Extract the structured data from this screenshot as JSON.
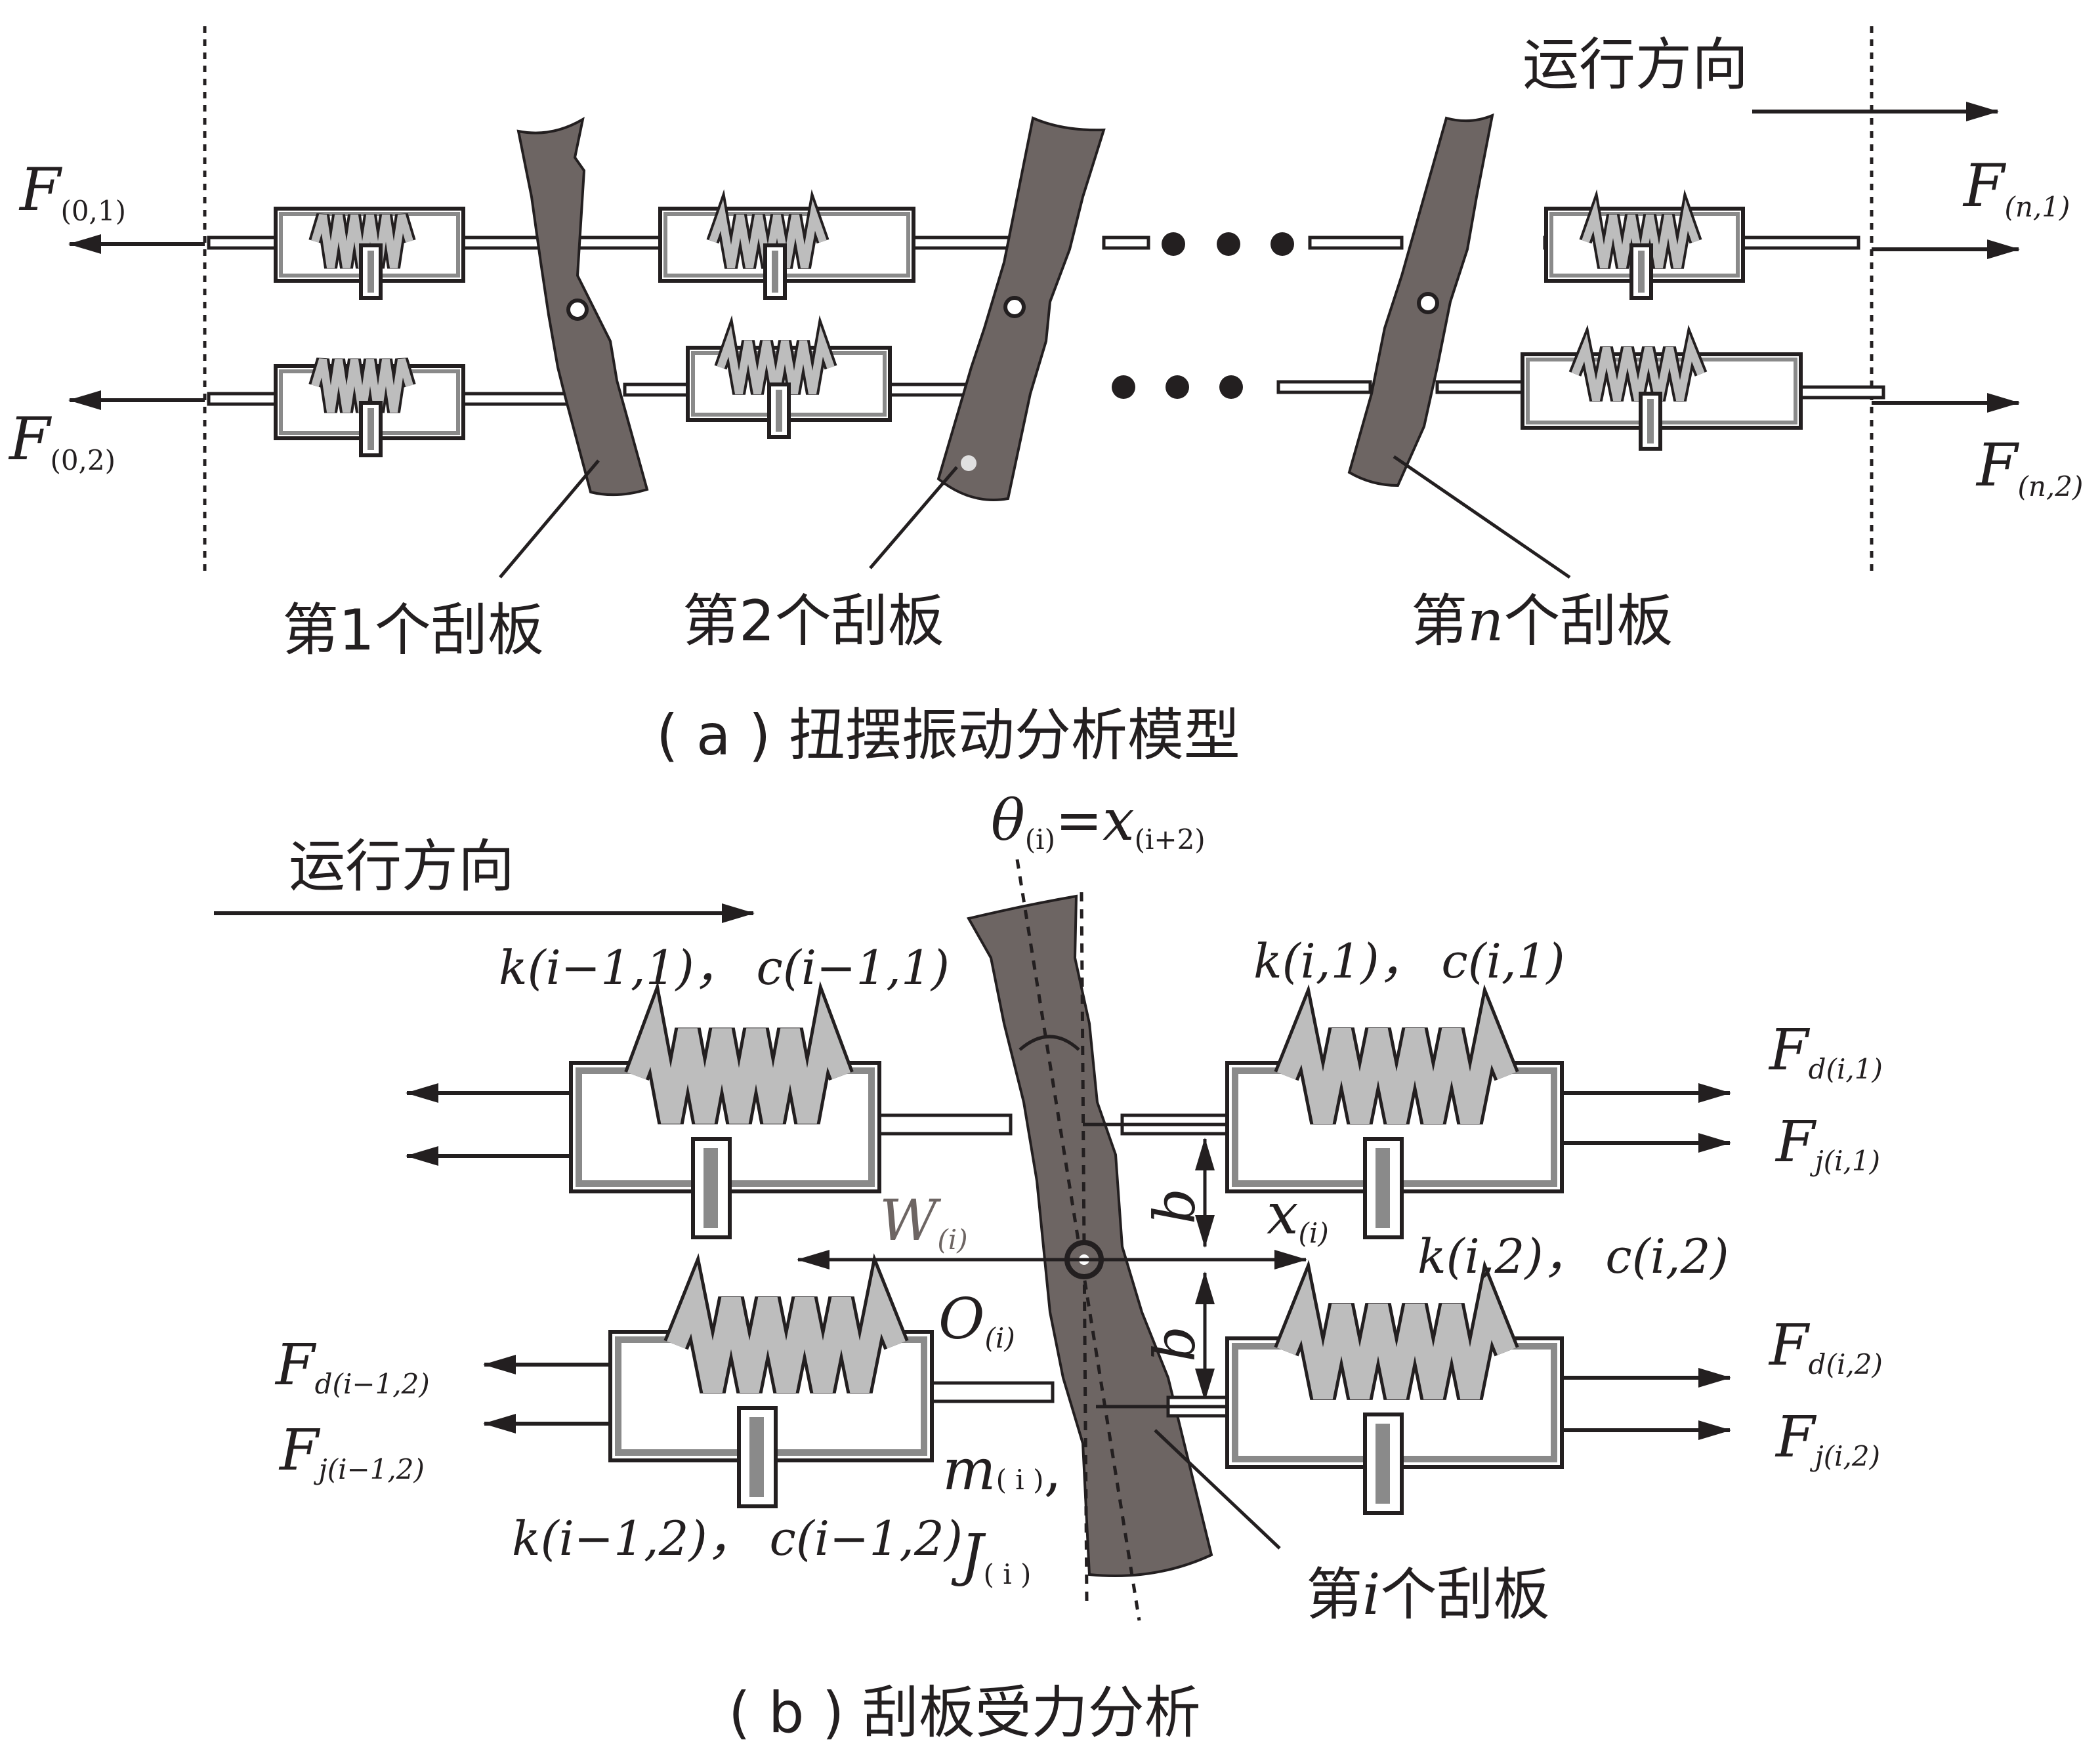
{
  "panel_a": {
    "direction_label": "运行方向",
    "force_left_top": {
      "main": "F",
      "sub": "(0,1)"
    },
    "force_left_bottom": {
      "main": "F",
      "sub": "(0,2)"
    },
    "force_right_top": {
      "main": "F",
      "sub": "(n,1)"
    },
    "force_right_bottom": {
      "main": "F",
      "sub": "(n,2)"
    },
    "scraper_1_label": "第1个刮板",
    "scraper_2_label": "第2个刮板",
    "scraper_n_label_prefix": "第",
    "scraper_n_label_var": "n",
    "scraper_n_label_suffix": "个刮板",
    "caption": "( a ) 扭摆振动分析模型"
  },
  "panel_b": {
    "direction_label": "运行方向",
    "theta_label": {
      "theta": "θ",
      "theta_sub": "(i)",
      "eq": "=",
      "x": "x",
      "x_sub": "(i+2)"
    },
    "k_left_top": "k(i−1,1)， c(i−1,1)",
    "k_right_top": "k(i,1)， c(i,1)",
    "k_right_mid": "k(i,2)， c(i,2)",
    "k_left_bottom": "k(i−1,2)， c(i−1,2)",
    "fd_right_top": {
      "main": "F",
      "sub": "d(i,1)"
    },
    "fj_right_top": {
      "main": "F",
      "sub": "j(i,1)"
    },
    "fd_right_bottom": {
      "main": "F",
      "sub": "d(i,2)"
    },
    "fj_right_bottom": {
      "main": "F",
      "sub": "j(i,2)"
    },
    "fd_left_bottom": {
      "main": "F",
      "sub": "d(i−1,2)"
    },
    "fj_left_bottom": {
      "main": "F",
      "sub": "j(i−1,2)"
    },
    "b_top": "b",
    "b_bottom": "b",
    "w_label": {
      "main": "W",
      "sub": "(i)"
    },
    "x_label": {
      "main": "x",
      "sub": "(i)"
    },
    "o_label": {
      "main": "O",
      "sub": "(i)"
    },
    "m_label": {
      "main": "m",
      "sub": "( i )",
      "tail": ","
    },
    "j_label": {
      "main": "J",
      "sub": "( i )"
    },
    "scraper_i_label_prefix": "第",
    "scraper_i_label_var": "i",
    "scraper_i_label_suffix": "个刮板",
    "caption": "( b ) 刮板受力分析"
  },
  "colors": {
    "ink": "#231f20",
    "scraper": "#6d6563",
    "spring": "#bdbdbd",
    "frame": "#8a8a8a"
  }
}
